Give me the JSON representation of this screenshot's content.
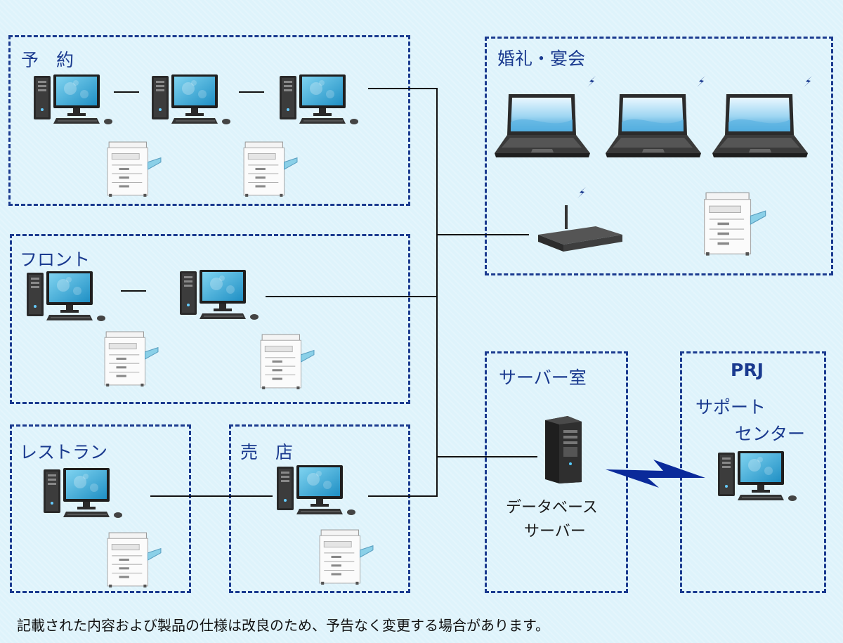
{
  "groups": {
    "reservation": "予　約",
    "front": "フロント",
    "restaurant": "レストラン",
    "shop": "売　店",
    "wedding": "婚礼・宴会",
    "server_room": "サーバー室",
    "prj": "PRJ"
  },
  "labels": {
    "support_line1": "サポート",
    "support_line2": "センター",
    "db_line1": "データベース",
    "db_line2": "サーバー"
  },
  "footer": {
    "note": "記載された内容および製品の仕様は改良のため、予告なく変更する場合があります。"
  },
  "icons": {
    "desktop": "desktop-computer-icon",
    "printer": "printer-icon",
    "laptop": "laptop-icon",
    "router": "wireless-router-icon",
    "server": "server-tower-icon",
    "link": "lightning-link-icon"
  },
  "colors": {
    "background": "#def3fb",
    "group_border": "#1a3a8f",
    "label": "#1a3a8f",
    "wire": "#111111",
    "link": "#0a2a9a"
  }
}
